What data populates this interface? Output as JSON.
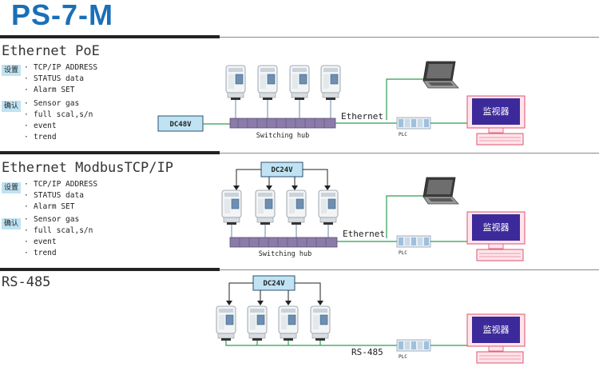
{
  "title": "PS-7-M",
  "tags": {
    "set": "设置",
    "confirm": "确认"
  },
  "sections": [
    {
      "title": "Ethernet PoE",
      "set_items": [
        "TCP/IP ADDRESS",
        "STATUS data",
        "Alarm SET"
      ],
      "confirm_items": [
        "Sensor  gas",
        "full scal,s/n",
        "event",
        "trend"
      ],
      "power": "DC48V",
      "hub": "Switching hub",
      "link": "Ethernet",
      "plc": "PLC",
      "monitor": "监视器"
    },
    {
      "title": "Ethernet ModbusTCP/IP",
      "set_items": [
        "TCP/IP ADDRESS",
        "STATUS data",
        "Alarm SET"
      ],
      "confirm_items": [
        "Sensor  gas",
        "full scal,s/n",
        "event",
        "trend"
      ],
      "power": "DC24V",
      "hub": "Switching hub",
      "link": "Ethernet",
      "plc": "PLC",
      "monitor": "监视器"
    },
    {
      "title": "RS-485",
      "power": "DC24V",
      "link": "RS-485",
      "plc": "PLC",
      "monitor": "监视器"
    }
  ],
  "colors": {
    "title": "#1a6fb7",
    "tag": "#bfe3f2",
    "wire": "#2e9e4f",
    "hub": "#8a7ba8",
    "monitor_screen": "#3d2a9a",
    "monitor_frame": "#e05070",
    "power_box": "#bfe3f2"
  }
}
